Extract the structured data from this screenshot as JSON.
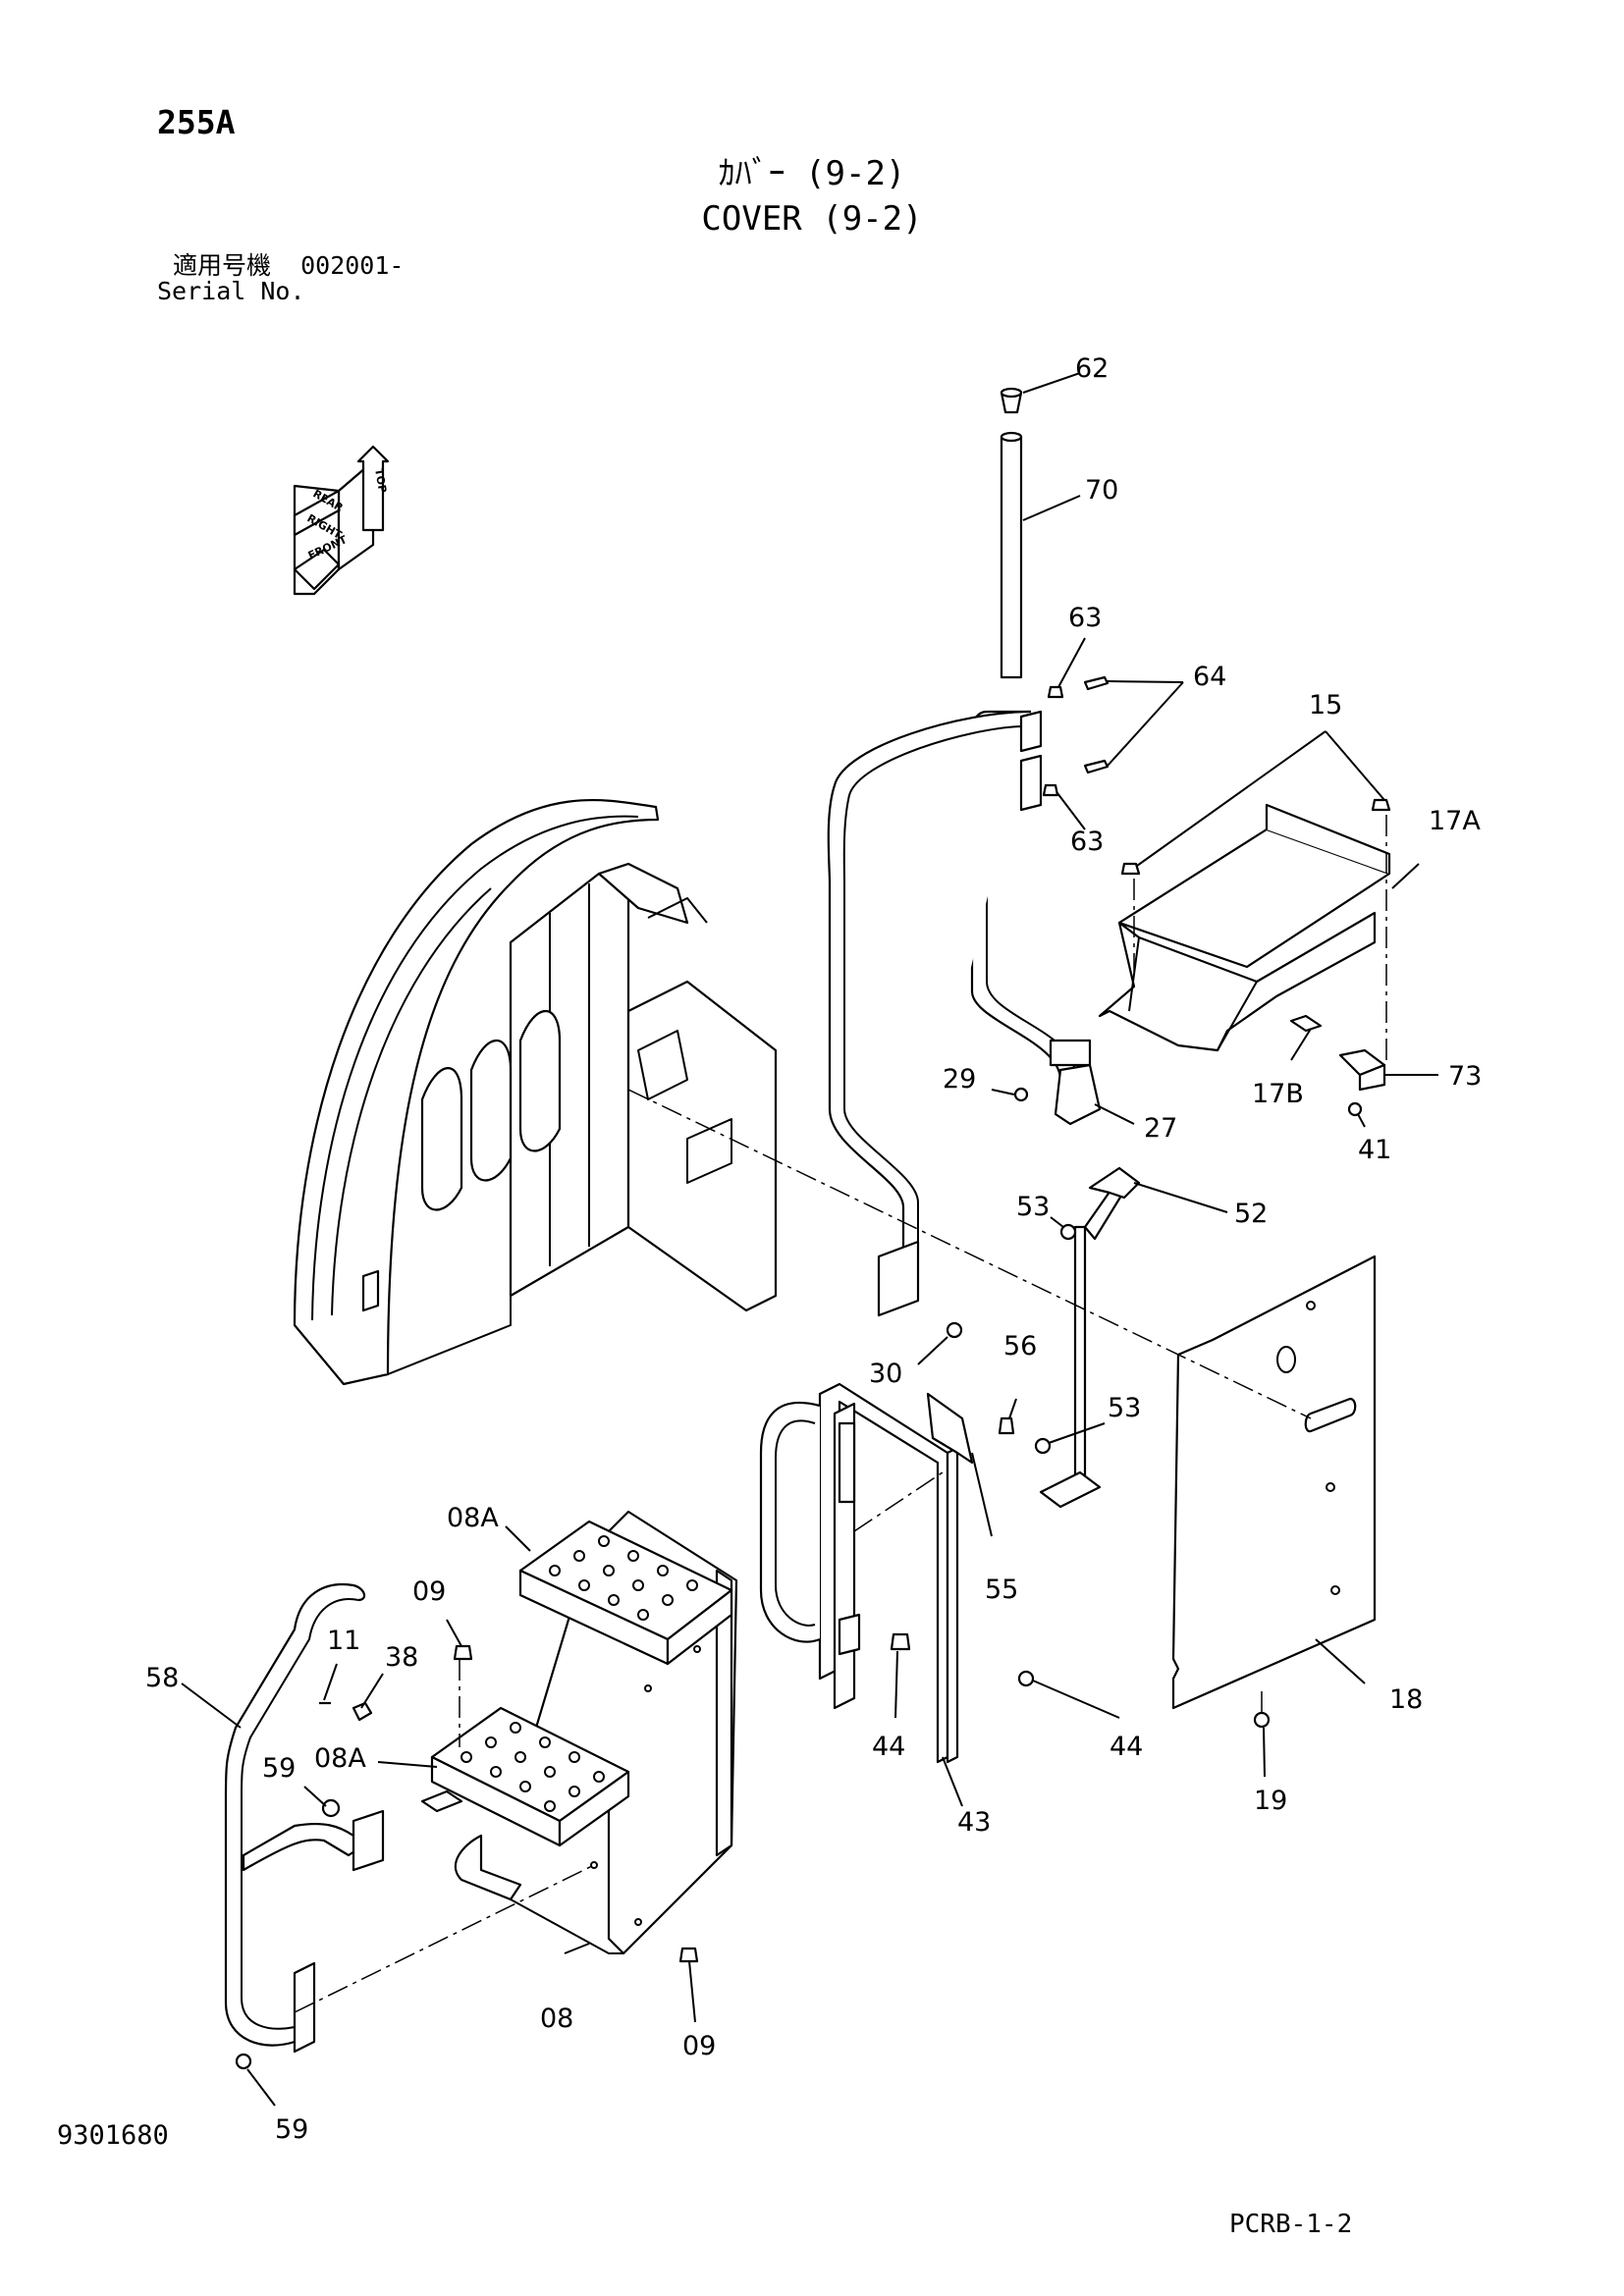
{
  "header": {
    "code": "255A",
    "title_jp": "ｶﾊﾞｰ (9-2)",
    "title_en": "COVER (9-2)",
    "serial_jp": "適用号機  002001-",
    "serial_en": "Serial No."
  },
  "orientation": {
    "top": "TOP",
    "rear": "REAR",
    "right": "RIGHT",
    "front": "FRONT"
  },
  "parts": {
    "p62": "62",
    "p70": "70",
    "p63a": "63",
    "p64": "64",
    "p63b": "63",
    "p15": "15",
    "p17A": "17A",
    "p29": "29",
    "p27": "27",
    "p17B": "17B",
    "p73": "73",
    "p41": "41",
    "p53a": "53",
    "p52": "52",
    "p56": "56",
    "p30": "30",
    "p53b": "53",
    "p08Aa": "08A",
    "p09a": "09",
    "p55": "55",
    "p11": "11",
    "p38": "38",
    "p58": "58",
    "p08Ab": "08A",
    "p59a": "59",
    "p44a": "44",
    "p44b": "44",
    "p18": "18",
    "p43": "43",
    "p19": "19",
    "p08": "08",
    "p09b": "09",
    "p59b": "59"
  },
  "footer": {
    "figure_number": "9301680",
    "page_ref": "PCRB-1-2"
  }
}
